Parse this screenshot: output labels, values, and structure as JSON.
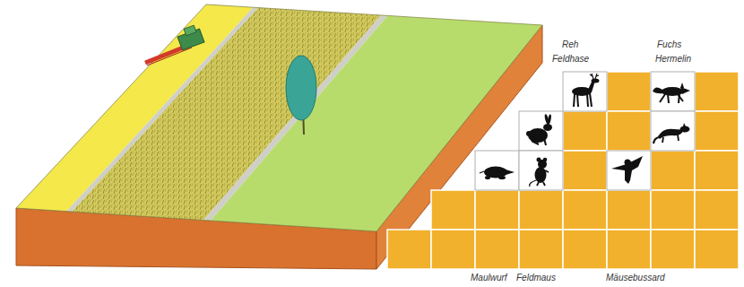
{
  "diagram": {
    "labels": [
      "Reh",
      "Feldhase",
      "Fuchs",
      "Hermelin",
      "Maulwurf",
      "Feldmaus",
      "Mäusebussard"
    ]
  }
}
